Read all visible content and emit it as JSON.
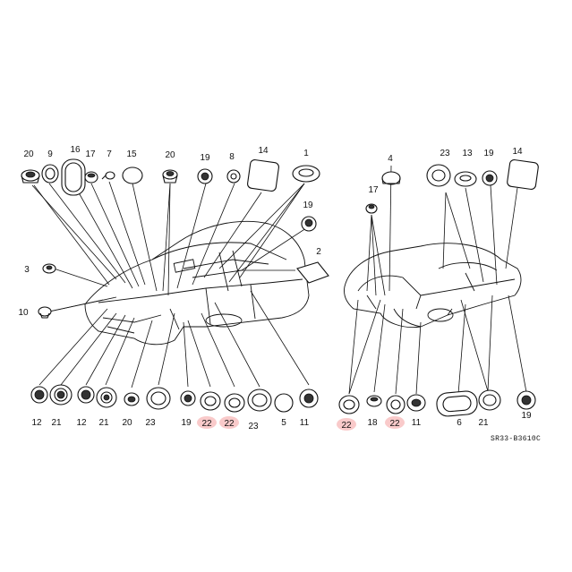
{
  "diagram": {
    "reference_code": "SR33-B3610C",
    "highlight_color": "#f7b8b8",
    "left_view": {
      "top_labels": [
        "20",
        "9",
        "16",
        "17",
        "7",
        "15",
        "20",
        "19",
        "8",
        "14",
        "1",
        "19",
        "2"
      ],
      "side_labels": [
        "3",
        "10"
      ],
      "bottom_labels": [
        "12",
        "21",
        "12",
        "21",
        "20",
        "23",
        "19",
        "22",
        "22",
        "23",
        "5",
        "11"
      ]
    },
    "right_view": {
      "top_labels": [
        "4",
        "23",
        "13",
        "19",
        "14",
        "17"
      ],
      "bottom_labels": [
        "22",
        "18",
        "22",
        "11",
        "6",
        "21",
        "19"
      ]
    }
  }
}
